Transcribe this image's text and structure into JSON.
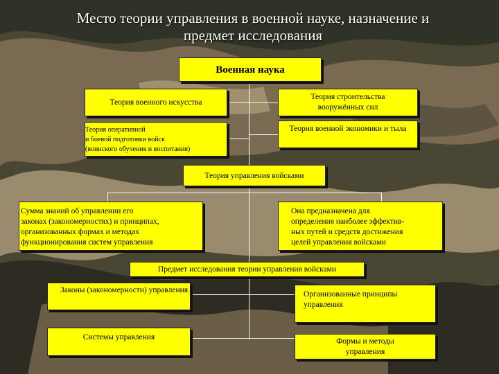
{
  "slide": {
    "title_line1": "Место теории управления в военной науке, назначение и",
    "title_line2": "предмет исследования"
  },
  "boxes": {
    "military_science": "Военная наука",
    "art_of_war": "Теория военного искусства",
    "armed_forces_building": "Теория строительства вооружённых сил",
    "training_l1": "Теория оперативной",
    "training_l2": "и боевой подготовки войск",
    "training_l3": "(воинского обучения и воспитания)",
    "economy": "Теория военной экономики и тыла",
    "troop_control": "Теория управления войсками",
    "knowledge_l1": "Сумма знаний об управлении его",
    "knowledge_l2": "законах (закономерностях) и принципах,",
    "knowledge_l3": "организованных формах и методах",
    "knowledge_l4": "функционирования систем управления",
    "purpose_l1": "Она предназначена для",
    "purpose_l2": "определения наиболее эффектив-",
    "purpose_l3": "ных путей и средств достижения",
    "purpose_l4": " целей управления войсками",
    "subject": "Предмет исследования теории управления войсками",
    "laws": "Законы (закономерности) управления.",
    "principles": "Организованные принципы управления",
    "systems": "Системы управления",
    "forms": "Формы и методы управления"
  },
  "colors": {
    "box_fill": "#ffff00",
    "connector": "#ffffff",
    "title_text": "#ffffff"
  }
}
